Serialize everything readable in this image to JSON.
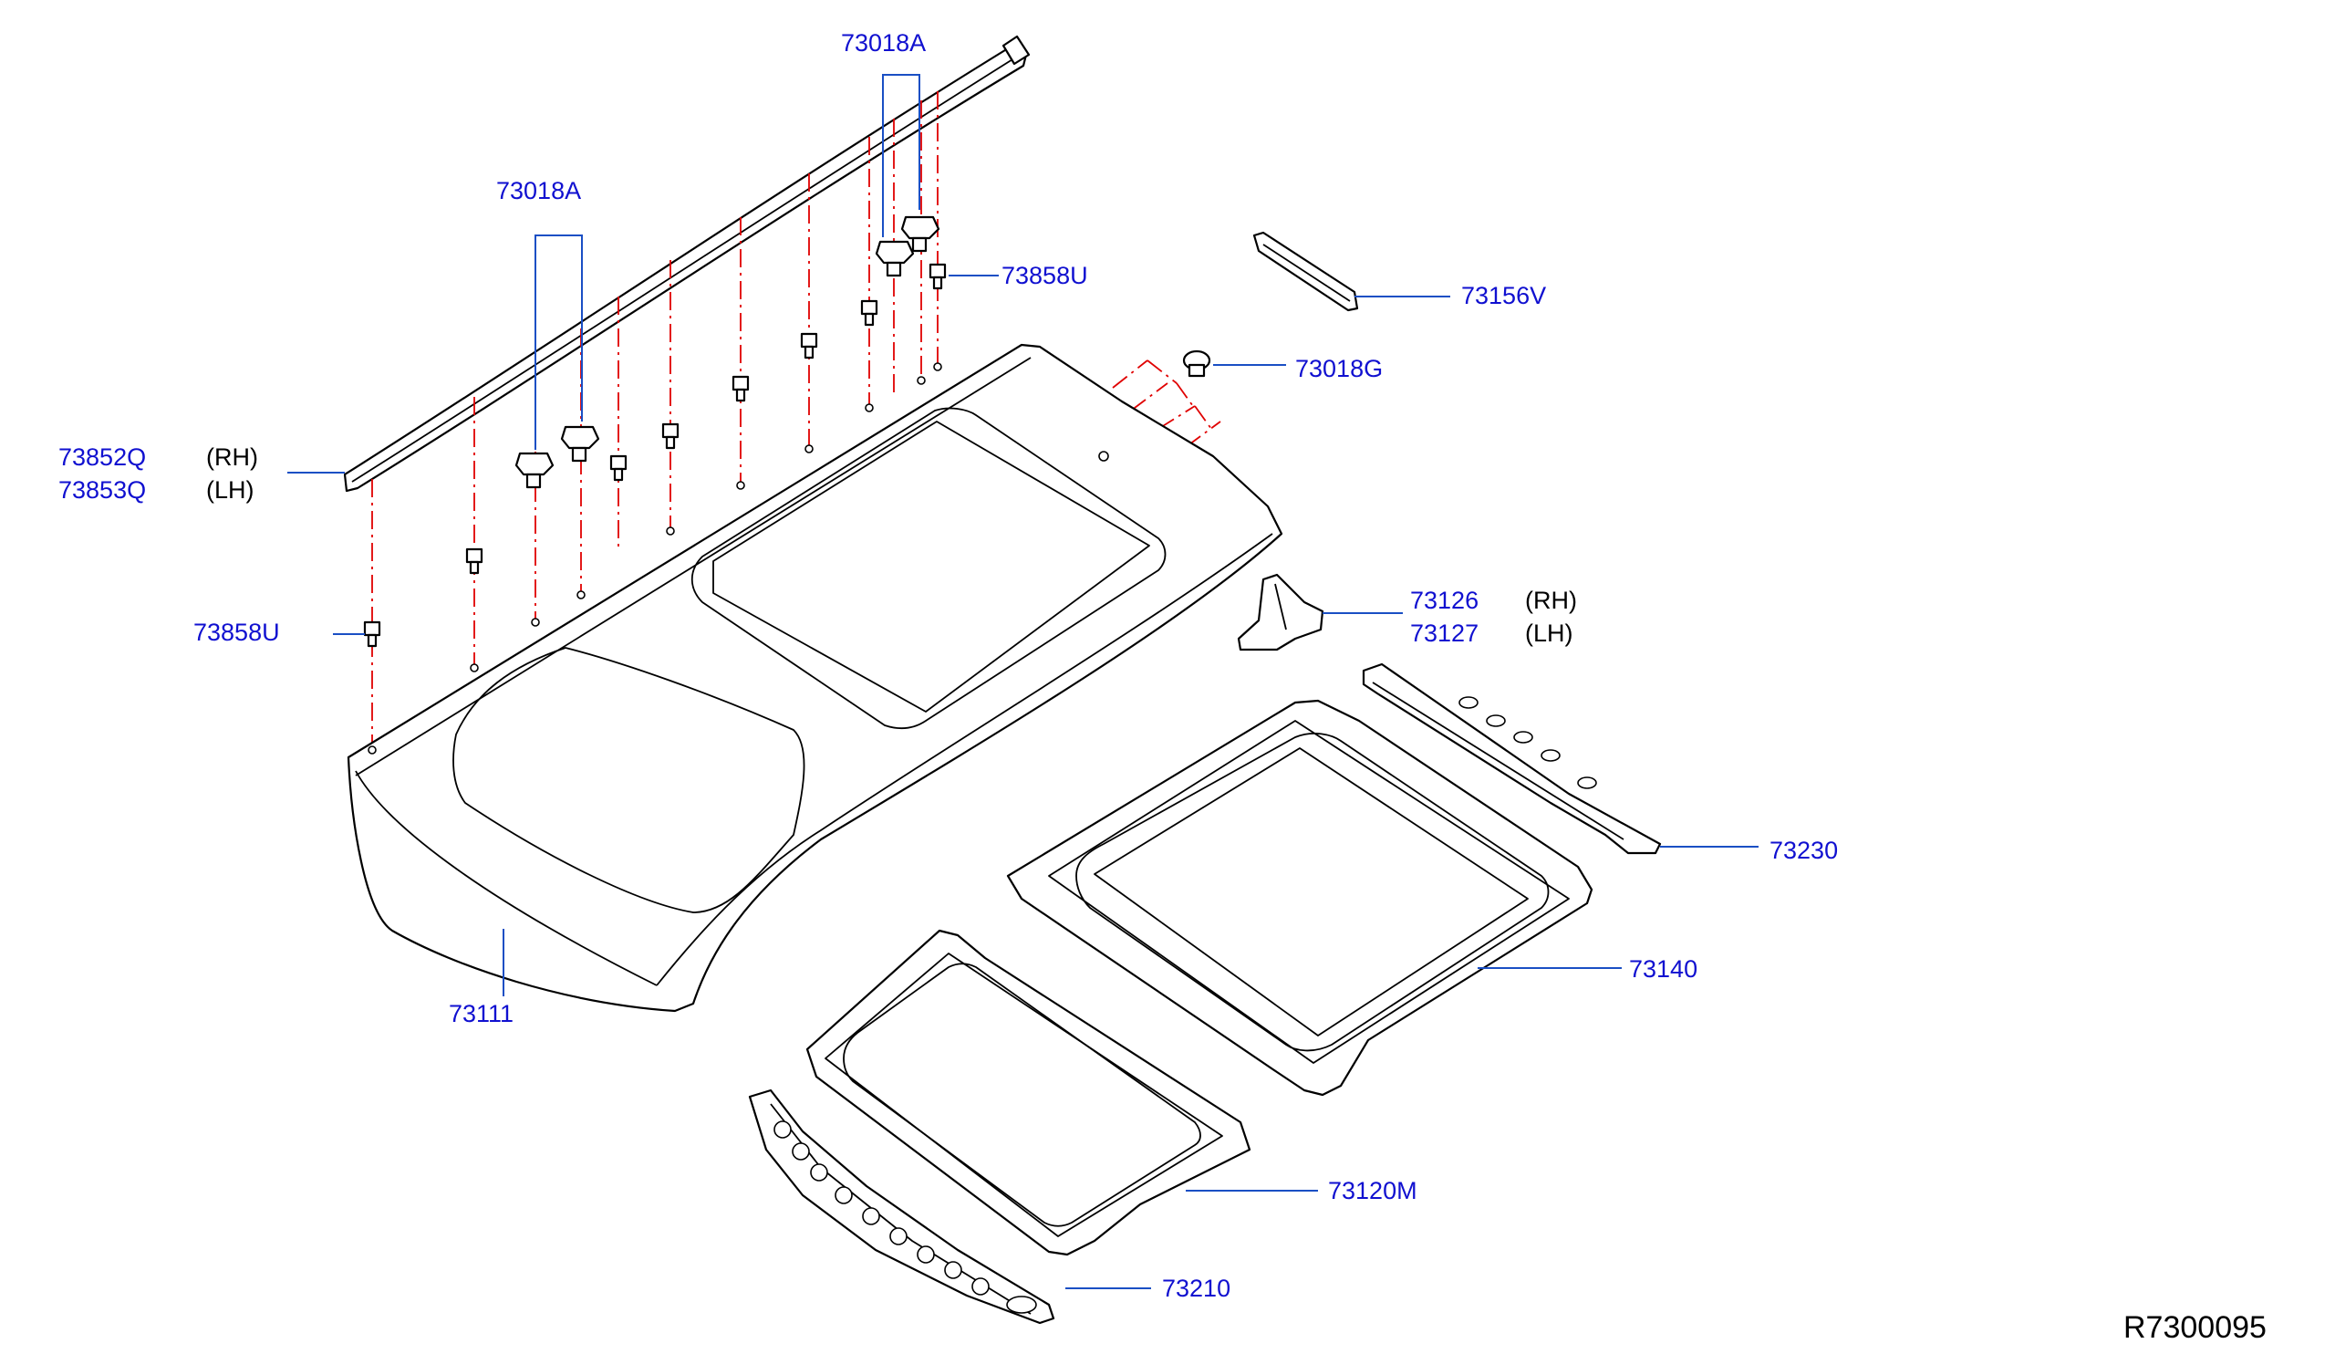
{
  "labels": {
    "p73018A_top": "73018A",
    "p73018A_left": "73018A",
    "p73858U_top": "73858U",
    "p73858U_left": "73858U",
    "p73156V": "73156V",
    "p73018G": "73018G",
    "p73852Q": "73852Q",
    "p73853Q": "73853Q",
    "rh_a": "(RH)",
    "lh_a": "(LH)",
    "p73126": "73126",
    "p73127": "73127",
    "rh_b": "(RH)",
    "lh_b": "(LH)",
    "p73230": "73230",
    "p73140": "73140",
    "p73111": "73111",
    "p73120M": "73120M",
    "p73210": "73210"
  },
  "reference_code": "R7300095",
  "colors": {
    "label": "#1010d0",
    "leader": "#1a4fc4",
    "phantom_line": "#e00000",
    "part_line": "#000000"
  }
}
